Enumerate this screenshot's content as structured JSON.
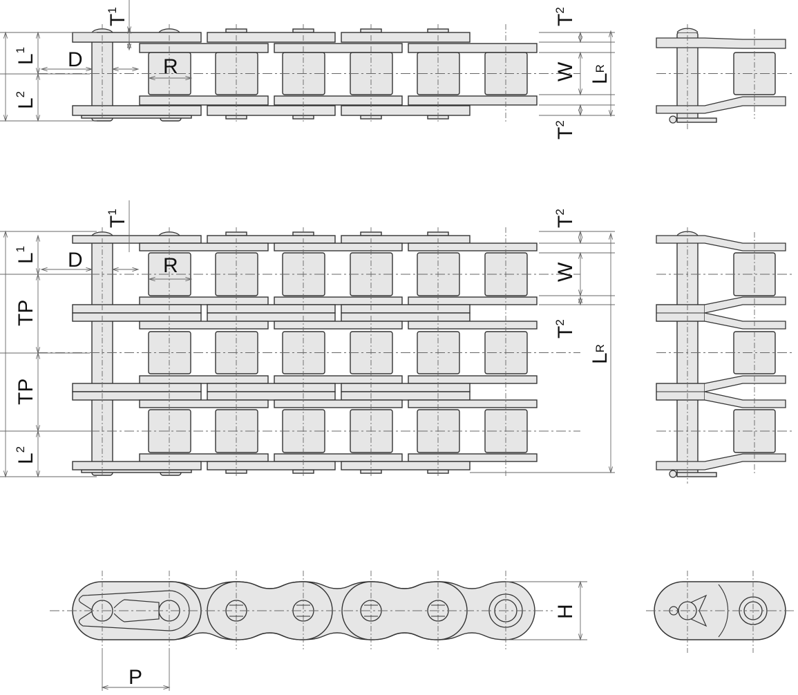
{
  "title": "Roller chain dimension drawing",
  "colors": {
    "fill": "#e6e6e6",
    "stroke": "#333333",
    "dim": "#666666"
  },
  "labels": {
    "T1": {
      "main": "T",
      "sub": "1"
    },
    "T2": {
      "main": "T",
      "sub": "2"
    },
    "L1": {
      "main": "L",
      "sub": "1"
    },
    "L2": {
      "main": "L",
      "sub": "2"
    },
    "LR": {
      "main": "L",
      "sub": "R"
    },
    "D": "D",
    "R": "R",
    "W": "W",
    "TP": "TP",
    "H": "H",
    "P": "P"
  }
}
